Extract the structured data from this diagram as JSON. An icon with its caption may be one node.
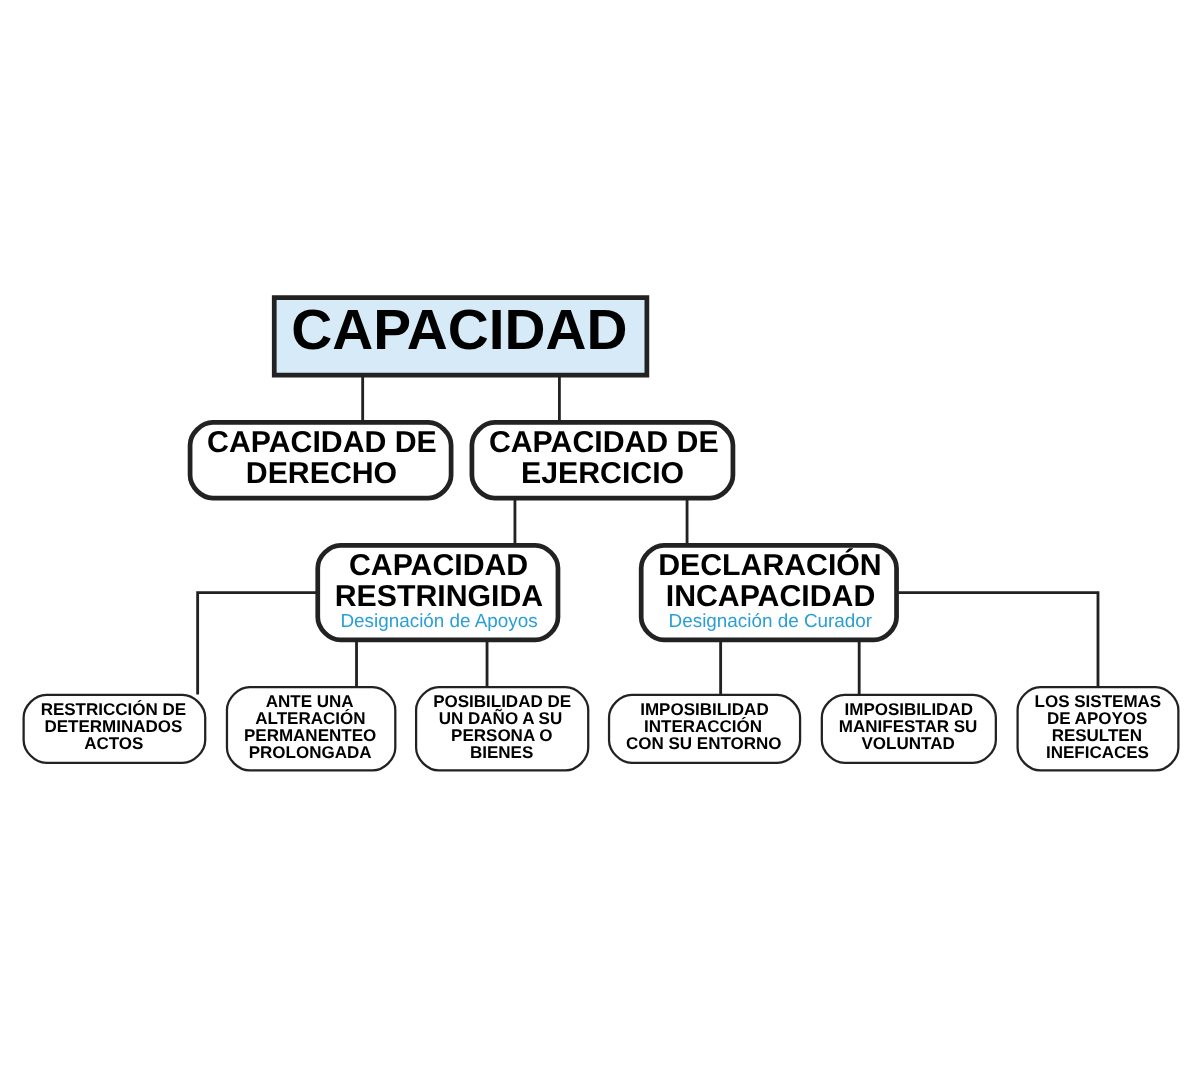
{
  "diagram": {
    "nodes": [
      {
        "text": [
          "CAPACIDAD"
        ]
      },
      {
        "text": [
          "CAPACIDAD DE DERECHO"
        ]
      },
      {
        "text": [
          "CAPACIDAD DE EJERCICIO"
        ]
      },
      {
        "text": [
          "CAPACIDAD RESTRINGIDA",
          "Designación de Apoyos"
        ]
      },
      {
        "text": [
          "DECLARACIÓN INCAPACIDAD",
          "Designación de Curador"
        ]
      },
      {
        "text": [
          "RESTRICCIÓN DE DETERMINADOS ACTOS"
        ]
      },
      {
        "text": [
          "ANTE UNA ALTERACIÓN PERMANENTEO PROLONGADA"
        ]
      },
      {
        "text": [
          "POSIBILIDAD DE UN DAÑO A SU PERSONA O BIENES"
        ]
      },
      {
        "text": [
          "IMPOSIBILIDAD INTERACCIÓN CON SU ENTORNO"
        ]
      },
      {
        "text": [
          "IMPOSIBILIDAD MANIFESTAR SU VOLUNTAD"
        ]
      },
      {
        "text": [
          "LOS SISTEMAS DE APOYOS RESULTEN INEFICACES"
        ]
      }
    ],
    "edges": [
      {
        "from": 0,
        "to": 1,
        "arrow": "none"
      },
      {
        "from": 0,
        "to": 2,
        "arrow": "none"
      },
      {
        "from": 2,
        "to": 3,
        "arrow": "none"
      },
      {
        "from": 2,
        "to": 4,
        "arrow": "none"
      },
      {
        "from": 3,
        "to": 5,
        "arrow": "none"
      },
      {
        "from": 3,
        "to": 6,
        "arrow": "none"
      },
      {
        "from": 3,
        "to": 7,
        "arrow": "none"
      },
      {
        "from": 4,
        "to": 8,
        "arrow": "none"
      },
      {
        "from": 4,
        "to": 9,
        "arrow": "none"
      },
      {
        "from": 4,
        "to": 10,
        "arrow": "none"
      }
    ]
  }
}
